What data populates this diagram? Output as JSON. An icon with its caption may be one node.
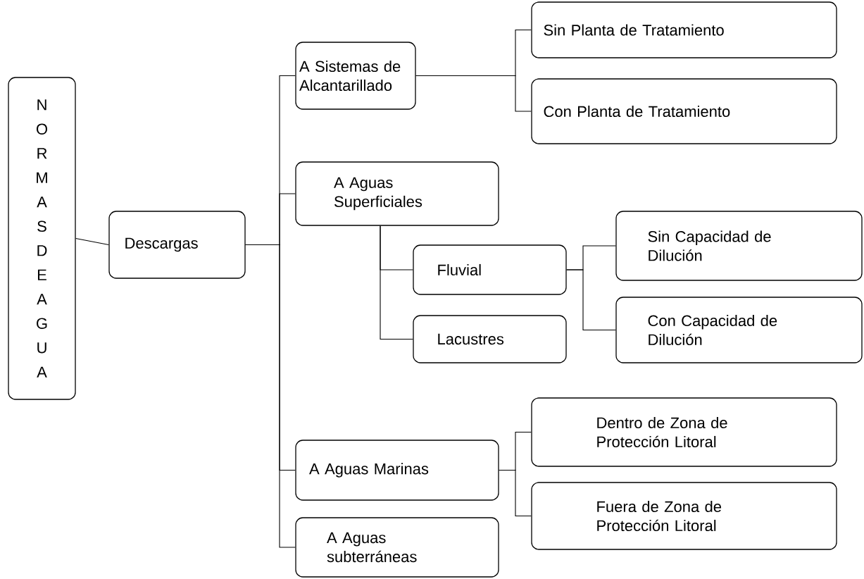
{
  "diagram": {
    "nodes": [
      {
        "text": [
          "N O R M A S D E A G U A"
        ]
      },
      {
        "text": [
          "Descargas"
        ]
      },
      {
        "text": [
          "A Sistemas de Alcantarillado"
        ]
      },
      {
        "text": [
          "Sin Planta de Tratamiento"
        ]
      },
      {
        "text": [
          "Con Planta de Tratamiento"
        ]
      },
      {
        "text": [
          "A Aguas Superficiales"
        ]
      },
      {
        "text": [
          "Fluvial"
        ]
      },
      {
        "text": [
          "Lacustres"
        ]
      },
      {
        "text": [
          "Sin Capacidad de Dilución"
        ]
      },
      {
        "text": [
          "Con Capacidad de Dilución"
        ]
      },
      {
        "text": [
          "A Aguas Marinas"
        ]
      },
      {
        "text": [
          "Dentro de Zona de Protección Litoral"
        ]
      },
      {
        "text": [
          "Fuera de Zona de Protección Litoral"
        ]
      },
      {
        "text": [
          "A Aguas subterráneas"
        ]
      }
    ],
    "edges": [
      {
        "from": 0,
        "to": 1,
        "arrow": "none"
      },
      {
        "from": 1,
        "to": 2,
        "arrow": "none"
      },
      {
        "from": 1,
        "to": 5,
        "arrow": "none"
      },
      {
        "from": 1,
        "to": 10,
        "arrow": "none"
      },
      {
        "from": 1,
        "to": 13,
        "arrow": "none"
      },
      {
        "from": 2,
        "to": 3,
        "arrow": "none"
      },
      {
        "from": 2,
        "to": 4,
        "arrow": "none"
      },
      {
        "from": 5,
        "to": 6,
        "arrow": "none"
      },
      {
        "from": 5,
        "to": 7,
        "arrow": "none"
      },
      {
        "from": 6,
        "to": 8,
        "arrow": "none"
      },
      {
        "from": 6,
        "to": 9,
        "arrow": "none"
      },
      {
        "from": 10,
        "to": 11,
        "arrow": "none"
      },
      {
        "from": 10,
        "to": 12,
        "arrow": "none"
      }
    ]
  }
}
